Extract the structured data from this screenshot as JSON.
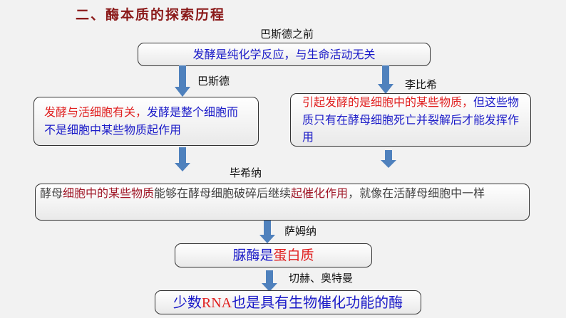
{
  "title": "二、酶本质的探索历程",
  "labels": {
    "before_pasteur": "巴斯德之前",
    "pasteur": "巴斯德",
    "liebig": "李比希",
    "buchner": "毕希纳",
    "sumner": "萨姆纳",
    "cech_altman": "切赫、奥特曼"
  },
  "boxes": {
    "before": "发酵是纯化学反应，与生命活动无关",
    "pasteur": {
      "red": "发酵与活细胞有关，",
      "blue": "发酵是整个细胞而不是细胞中某些物质起作用"
    },
    "liebig": {
      "red": "引起发酵的是细胞中的某些物质，",
      "blue": "但这些物质只有在酵母细胞死亡并裂解后才能发挥作用"
    },
    "buchner": {
      "p1": "酵母",
      "p2": "细胞中的某些物质",
      "p3": "能够在酵母细胞破碎后继续",
      "p4": "起催化作用",
      "p5": "，就像在活酵母细胞中一样"
    },
    "sumner": {
      "blue": "脲酶是",
      "red": "蛋白质"
    },
    "cech": {
      "p1": "少数",
      "p2": "RNA",
      "p3": "也是具有生物催化功能的酶"
    }
  },
  "colors": {
    "arrow": "#4f81bd",
    "title": "#8b1a1a"
  }
}
